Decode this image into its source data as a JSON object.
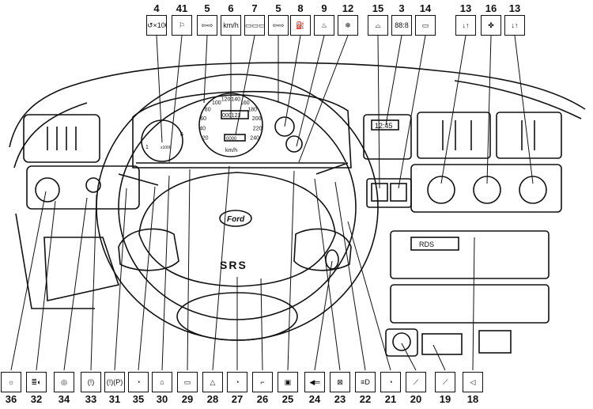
{
  "top_callouts": [
    {
      "num": "4",
      "symbol": "↺×1000",
      "icon": "tachometer-icon"
    },
    {
      "num": "41",
      "symbol": "⚐",
      "icon": "service-indicator-icon"
    },
    {
      "num": "5",
      "symbol": "⇦⇨",
      "icon": "turn-signal-icon"
    },
    {
      "num": "6",
      "symbol": "km/h",
      "icon": "speedometer-icon"
    },
    {
      "num": "7",
      "symbol": "▭▭▭",
      "icon": "odometer-icon"
    },
    {
      "num": "5",
      "symbol": "⇦⇨",
      "icon": "turn-signal-icon"
    },
    {
      "num": "8",
      "symbol": "⛽",
      "icon": "fuel-gauge-icon"
    },
    {
      "num": "9",
      "symbol": "♨",
      "icon": "coolant-temperature-icon"
    },
    {
      "num": "12",
      "symbol": "❄",
      "icon": "frost-warning-icon"
    },
    {
      "num": "15",
      "symbol": "⌓",
      "icon": "windscreen-heater-icon"
    },
    {
      "num": "3",
      "symbol": "88:8",
      "icon": "clock-display-icon"
    },
    {
      "num": "14",
      "symbol": "▭",
      "icon": "rear-window-heater-icon"
    },
    {
      "num": "13",
      "symbol": "↓↑",
      "icon": "air-distribution-icon"
    },
    {
      "num": "16",
      "symbol": "✤",
      "icon": "blower-fan-icon"
    },
    {
      "num": "13",
      "symbol": "↓↑",
      "icon": "temperature-control-icon"
    }
  ],
  "bottom_callouts": [
    {
      "num": "36",
      "symbol": "☼",
      "icon": "light-switch-icon"
    },
    {
      "num": "32",
      "symbol": "≣◐",
      "icon": "headlamp-levelling-icon"
    },
    {
      "num": "34",
      "symbol": "◎",
      "icon": "brake-pad-wear-icon"
    },
    {
      "num": "33",
      "symbol": "(!)",
      "icon": "brake-warning-icon"
    },
    {
      "num": "31",
      "symbol": "(!)(P)",
      "icon": "handbrake-icon"
    },
    {
      "num": "35",
      "symbol": "◔",
      "icon": "instrument-lighting-icon"
    },
    {
      "num": "30",
      "symbol": "⌂",
      "icon": "oil-pressure-icon"
    },
    {
      "num": "29",
      "symbol": "▭",
      "icon": "battery-charge-icon"
    },
    {
      "num": "28",
      "symbol": "△",
      "icon": "hazard-warning-icon"
    },
    {
      "num": "27",
      "symbol": "◔",
      "icon": "speed-control-icon"
    },
    {
      "num": "26",
      "symbol": "⌐",
      "icon": "horn-icon"
    },
    {
      "num": "25",
      "symbol": "▣",
      "icon": "seat-heater-icon"
    },
    {
      "num": "24",
      "symbol": "◀═",
      "icon": "wiper-switch-icon"
    },
    {
      "num": "23",
      "symbol": "⊠",
      "icon": "rear-fog-light-icon"
    },
    {
      "num": "22",
      "symbol": "≡D",
      "icon": "main-beam-icon"
    },
    {
      "num": "21",
      "symbol": "◔",
      "icon": "cruise-indicator-icon"
    },
    {
      "num": "20",
      "symbol": "⟋",
      "icon": "ignition-switch-icon"
    },
    {
      "num": "19",
      "symbol": "⟋",
      "icon": "bonnet-release-icon"
    },
    {
      "num": "18",
      "symbol": "◁",
      "icon": "loudspeaker-icon"
    }
  ],
  "dash_labels": {
    "brand": "Ford",
    "airbag": "SRS",
    "speed_unit": "km/h",
    "odometer": "000123",
    "trip": "0000",
    "clock": "12:45",
    "radio_display": "RDS",
    "tacho_low": "1",
    "tacho_high": "6",
    "tacho_scale": "x1000",
    "speed_ticks": [
      "20",
      "40",
      "60",
      "80",
      "100",
      "120",
      "140",
      "160",
      "180",
      "200",
      "220",
      "240"
    ]
  }
}
